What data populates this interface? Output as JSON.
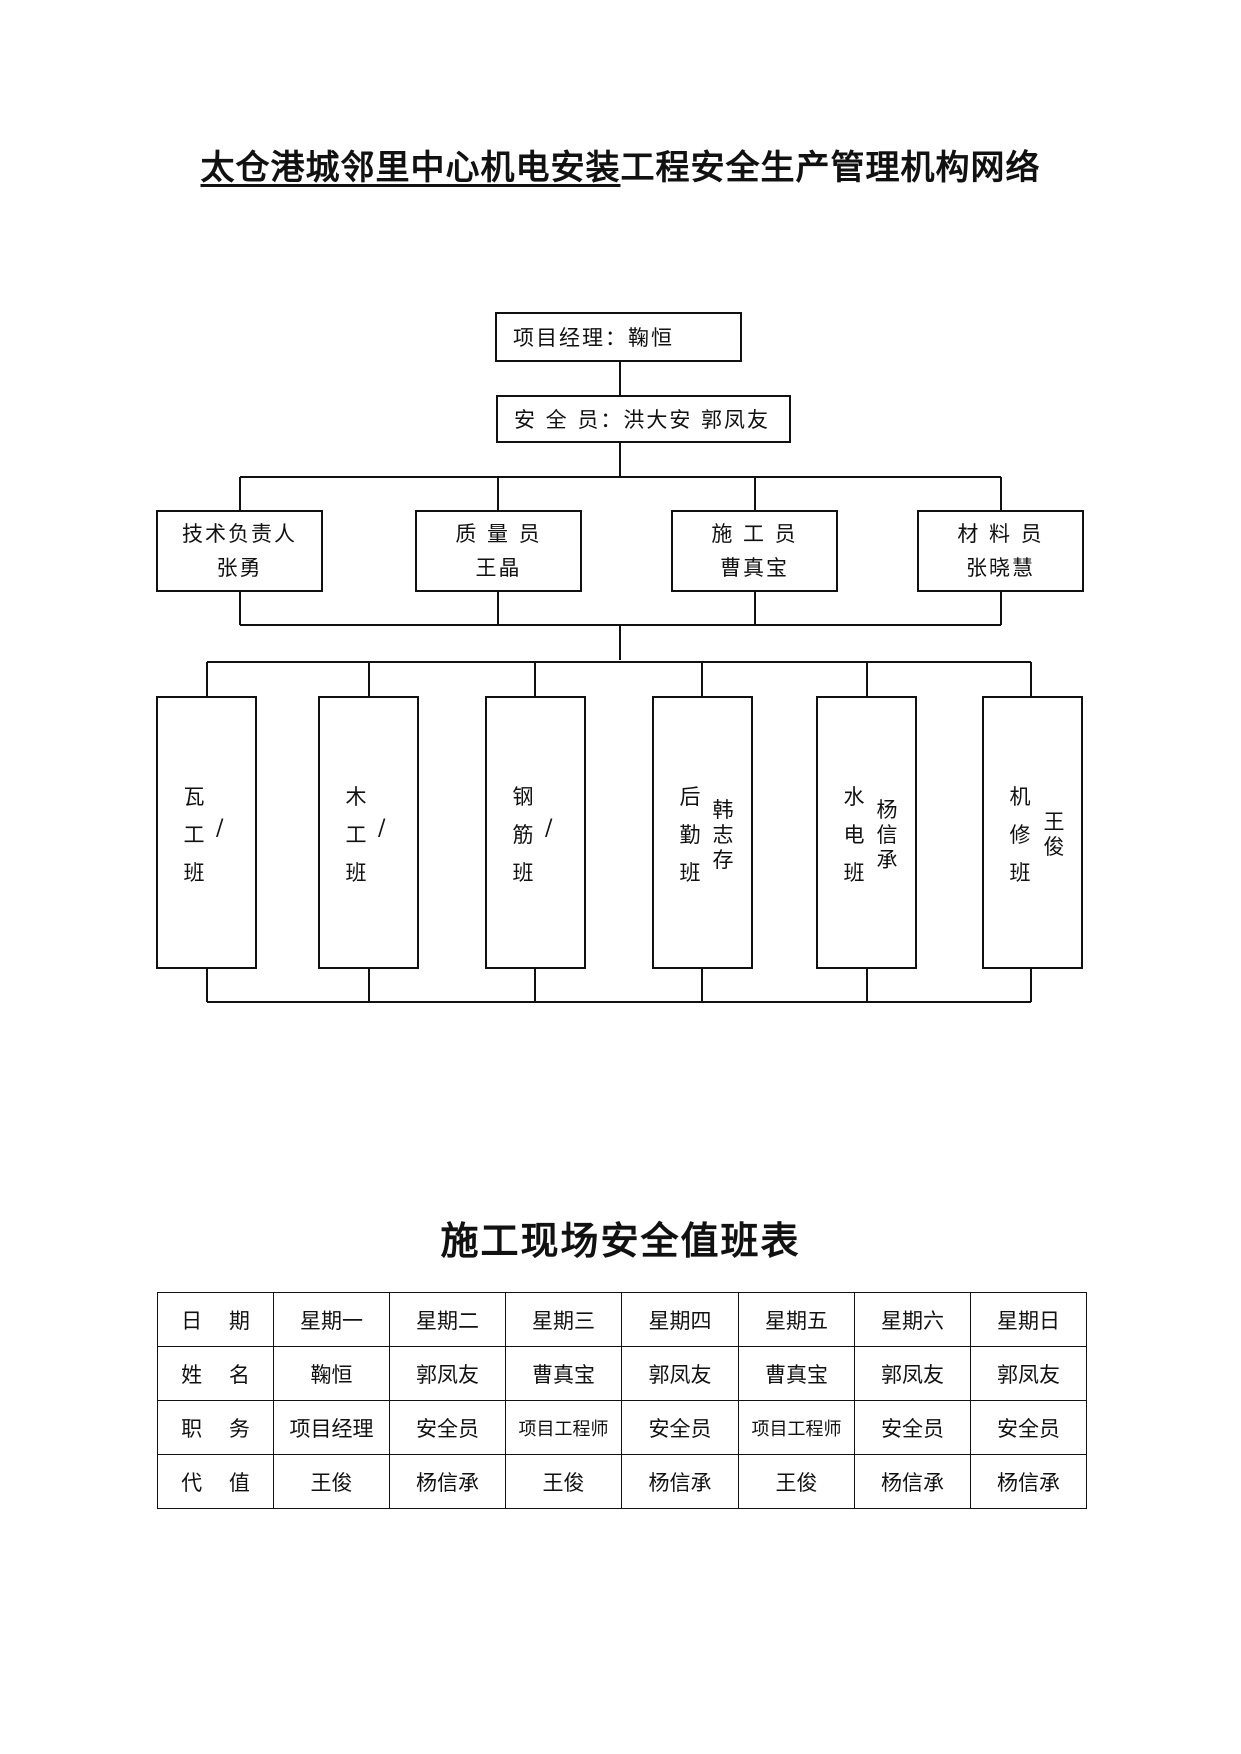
{
  "doc": {
    "title_underlined": "太仓港城邻里中心机电安装",
    "title_rest": "工程安全生产管理机构网络"
  },
  "org": {
    "manager": "项目经理：鞠恒",
    "safety": "安 全 员：洪大安 郭凤友",
    "roles": [
      {
        "title": "技术负责人",
        "name": "张勇"
      },
      {
        "title": "质 量 员",
        "name": "王晶"
      },
      {
        "title": "施 工 员",
        "name": "曹真宝"
      },
      {
        "title": "材 料 员",
        "name": "张晓慧"
      }
    ],
    "teams": [
      {
        "chars": [
          "瓦",
          "工",
          "班"
        ],
        "leader": "/"
      },
      {
        "chars": [
          "木",
          "工",
          "班"
        ],
        "leader": "/"
      },
      {
        "chars": [
          "钢",
          "筋",
          "班"
        ],
        "leader": "/"
      },
      {
        "chars": [
          "后",
          "勤",
          "班"
        ],
        "leader": "韩志存"
      },
      {
        "chars": [
          "水",
          "电",
          "班"
        ],
        "leader": "杨信承"
      },
      {
        "chars": [
          "机",
          "修",
          "班"
        ],
        "leader": "王俊"
      }
    ]
  },
  "duty": {
    "title": "施工现场安全值班表",
    "rows": [
      {
        "label": "日 期",
        "cells": [
          "星期一",
          "星期二",
          "星期三",
          "星期四",
          "星期五",
          "星期六",
          "星期日"
        ]
      },
      {
        "label": "姓 名",
        "cells": [
          "鞠恒",
          "郭凤友",
          "曹真宝",
          "郭凤友",
          "曹真宝",
          "郭凤友",
          "郭凤友"
        ]
      },
      {
        "label": "职 务",
        "cells": [
          "项目经理",
          "安全员",
          "项目工程师",
          "安全员",
          "项目工程师",
          "安全员",
          "安全员"
        ]
      },
      {
        "label": "代 值",
        "cells": [
          "王俊",
          "杨信承",
          "王俊",
          "杨信承",
          "王俊",
          "杨信承",
          "杨信承"
        ]
      }
    ]
  }
}
